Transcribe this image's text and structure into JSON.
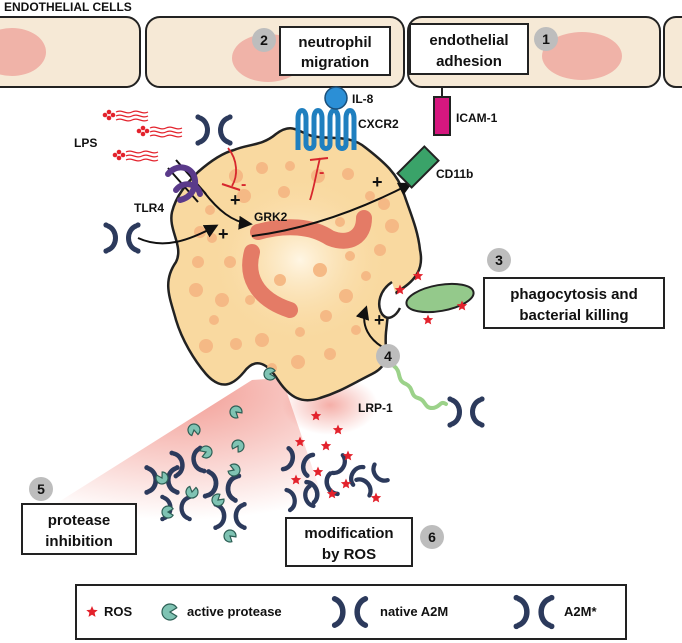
{
  "header": {
    "title": "ENDOTHELIAL CELLS"
  },
  "steps": [
    {
      "num": "1",
      "line1": "endothelial",
      "line2": "adhesion"
    },
    {
      "num": "2",
      "line1": "neutrophil",
      "line2": "migration"
    },
    {
      "num": "3",
      "line1": "phagocytosis and",
      "line2": "bacterial killing"
    },
    {
      "num": "4",
      "line1": "",
      "line2": ""
    },
    {
      "num": "5",
      "line1": "protease",
      "line2": "inhibition"
    },
    {
      "num": "6",
      "line1": "modification",
      "line2": "by ROS"
    }
  ],
  "labels": {
    "il8": "IL-8",
    "cxcr2": "CXCR2",
    "icam1": "ICAM-1",
    "cd11b": "CD11b",
    "lps": "LPS",
    "tlr4": "TLR4",
    "grk2": "GRK2",
    "lrp1": "LRP-1",
    "plus": "+",
    "minus": "-"
  },
  "legend": {
    "ros": "ROS",
    "protease": "active protease",
    "native": "native A2M",
    "modified": "A2M*"
  },
  "colors": {
    "cell_fill": "#f9d9a0",
    "cell_dot": "#f5b985",
    "nucleus": "#e47b66",
    "endothelial_fill": "#f6e9d6",
    "endothelial_nucleus": "#f0b3a8",
    "a2m": "#2c3a5c",
    "protease": "#7fc3b3",
    "ros": "#e3222c",
    "bacterium": "#94c98b",
    "icam": "#d6177f",
    "cd11b": "#3aa369",
    "cxcr2": "#1f7fbf",
    "il8": "#2b8fd6",
    "tlr4": "#5a3a8a",
    "inhibit": "#d7262d",
    "badge": "#bdbdbd"
  }
}
